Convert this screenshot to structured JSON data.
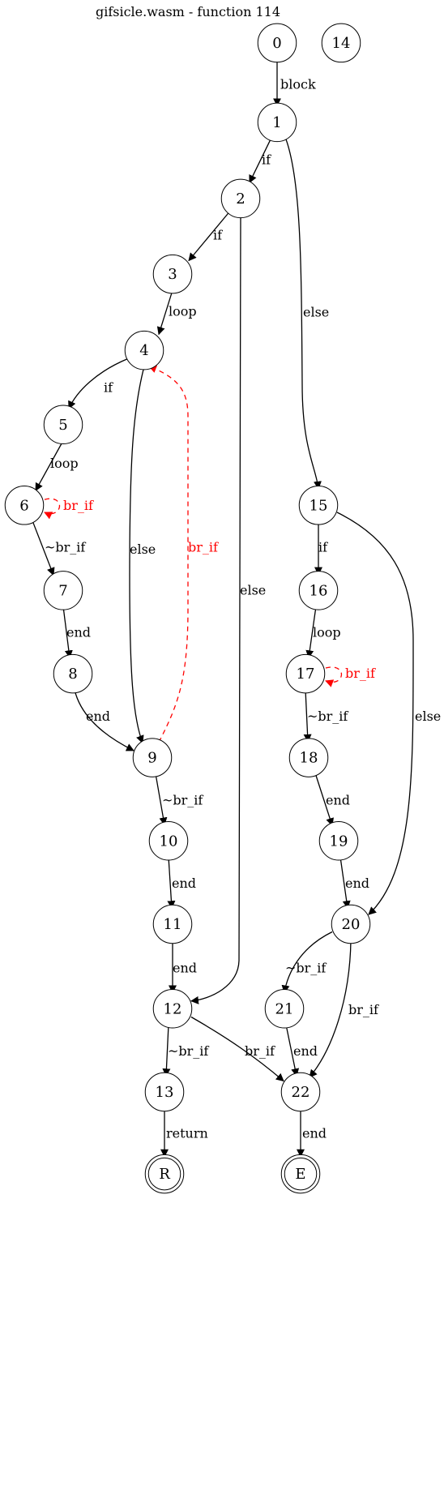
{
  "graph": {
    "title": "gifsicle.wasm - function 114",
    "colors": {
      "normal": "#000000",
      "back": "#ff0000"
    },
    "nodes": [
      {
        "id": "0",
        "label": "0"
      },
      {
        "id": "14",
        "label": "14"
      },
      {
        "id": "1",
        "label": "1"
      },
      {
        "id": "2",
        "label": "2"
      },
      {
        "id": "3",
        "label": "3"
      },
      {
        "id": "4",
        "label": "4"
      },
      {
        "id": "5",
        "label": "5"
      },
      {
        "id": "6",
        "label": "6"
      },
      {
        "id": "7",
        "label": "7"
      },
      {
        "id": "8",
        "label": "8"
      },
      {
        "id": "9",
        "label": "9"
      },
      {
        "id": "10",
        "label": "10"
      },
      {
        "id": "11",
        "label": "11"
      },
      {
        "id": "12",
        "label": "12"
      },
      {
        "id": "13",
        "label": "13"
      },
      {
        "id": "15",
        "label": "15"
      },
      {
        "id": "16",
        "label": "16"
      },
      {
        "id": "17",
        "label": "17"
      },
      {
        "id": "18",
        "label": "18"
      },
      {
        "id": "19",
        "label": "19"
      },
      {
        "id": "20",
        "label": "20"
      },
      {
        "id": "21",
        "label": "21"
      },
      {
        "id": "22",
        "label": "22"
      },
      {
        "id": "R",
        "label": "R",
        "terminal": true
      },
      {
        "id": "E",
        "label": "E",
        "terminal": true
      }
    ],
    "edges": [
      {
        "from": "0",
        "to": "1",
        "label": "block"
      },
      {
        "from": "1",
        "to": "2",
        "label": "if"
      },
      {
        "from": "1",
        "to": "15",
        "label": "else"
      },
      {
        "from": "2",
        "to": "3",
        "label": "if"
      },
      {
        "from": "2",
        "to": "12",
        "label": "else"
      },
      {
        "from": "3",
        "to": "4",
        "label": "loop"
      },
      {
        "from": "4",
        "to": "5",
        "label": "if"
      },
      {
        "from": "4",
        "to": "9",
        "label": "else"
      },
      {
        "from": "5",
        "to": "6",
        "label": "loop"
      },
      {
        "from": "6",
        "to": "6",
        "label": "br_if",
        "back": true
      },
      {
        "from": "6",
        "to": "7",
        "label": "~br_if"
      },
      {
        "from": "7",
        "to": "8",
        "label": "end"
      },
      {
        "from": "8",
        "to": "9",
        "label": "end"
      },
      {
        "from": "9",
        "to": "4",
        "label": "br_if",
        "back": true
      },
      {
        "from": "9",
        "to": "10",
        "label": "~br_if"
      },
      {
        "from": "10",
        "to": "11",
        "label": "end"
      },
      {
        "from": "11",
        "to": "12",
        "label": "end"
      },
      {
        "from": "12",
        "to": "13",
        "label": "~br_if"
      },
      {
        "from": "12",
        "to": "22",
        "label": "br_if"
      },
      {
        "from": "13",
        "to": "R",
        "label": "return"
      },
      {
        "from": "15",
        "to": "16",
        "label": "if"
      },
      {
        "from": "15",
        "to": "20",
        "label": "else"
      },
      {
        "from": "16",
        "to": "17",
        "label": "loop"
      },
      {
        "from": "17",
        "to": "17",
        "label": "br_if",
        "back": true
      },
      {
        "from": "17",
        "to": "18",
        "label": "~br_if"
      },
      {
        "from": "18",
        "to": "19",
        "label": "end"
      },
      {
        "from": "19",
        "to": "20",
        "label": "end"
      },
      {
        "from": "20",
        "to": "21",
        "label": "~br_if"
      },
      {
        "from": "20",
        "to": "22",
        "label": "br_if"
      },
      {
        "from": "21",
        "to": "22",
        "label": "end"
      },
      {
        "from": "22",
        "to": "E",
        "label": "end"
      }
    ]
  }
}
